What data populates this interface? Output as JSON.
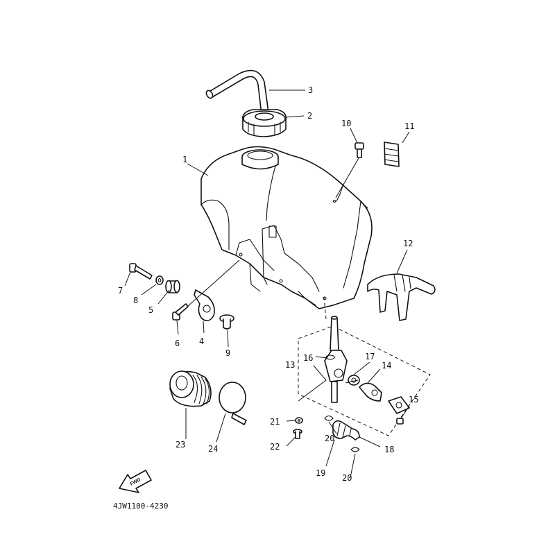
{
  "callouts": [
    "1",
    "2",
    "3",
    "4",
    "5",
    "6",
    "7",
    "8",
    "9",
    "10",
    "11",
    "12",
    "13",
    "14",
    "15",
    "16",
    "17",
    "18",
    "19",
    "20",
    "21",
    "22",
    "23",
    "24"
  ],
  "callout_20_second": "20",
  "diagram_code": "4JW1100-4230",
  "fwd_label": "FWD"
}
